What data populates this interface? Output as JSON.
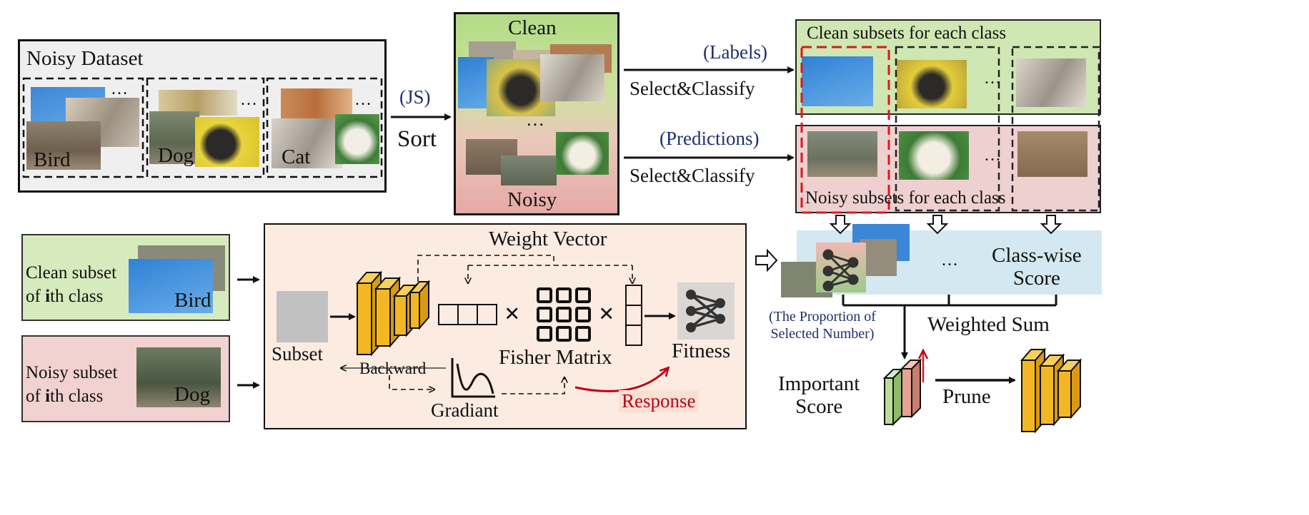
{
  "colors": {
    "clean_green": "#cfe7b2",
    "noisy_pink": "#efd0d0",
    "panel_peach": "#fcebe0",
    "light_blue": "#cfe6ef",
    "cnn_yellow": "#f2b722",
    "label_navy": "#1f2f70",
    "response_red": "#c0001a"
  },
  "noisy_dataset": {
    "title": "Noisy Dataset",
    "groups": [
      {
        "label": "Bird",
        "ellipsis": "…"
      },
      {
        "label": "Dog",
        "ellipsis": "…"
      },
      {
        "label": "Cat",
        "ellipsis": "…"
      }
    ]
  },
  "sort_step": {
    "note": "(JS)",
    "label": "Sort"
  },
  "sorted_column": {
    "top": "Clean",
    "middle": "…",
    "bottom": "Noisy"
  },
  "select_arrows": [
    {
      "note": "(Labels)",
      "label": "Select&Classify"
    },
    {
      "note": "(Predictions)",
      "label": "Select&Classify"
    }
  ],
  "clean_subsets": {
    "title": "Clean subsets for each class",
    "ellipsis": "…"
  },
  "noisy_subsets": {
    "title": "Noisy subsets for each class",
    "ellipsis": "…"
  },
  "side_inputs": [
    {
      "line1": "Clean subset",
      "line2_pre": "of ",
      "line2_bold": "i",
      "line2_post": "th class",
      "label": "Bird"
    },
    {
      "line1": "Noisy subset",
      "line2_pre": "of ",
      "line2_bold": "i",
      "line2_post": "th class",
      "label": "Dog"
    }
  ],
  "fitness_panel": {
    "weight_vector": "Weight Vector",
    "subset": "Subset",
    "backward": "Backward",
    "fisher_matrix": "Fisher Matrix",
    "fitness": "Fitness",
    "gradiant": "Gradiant",
    "response": "Response",
    "times": "×"
  },
  "score_panel": {
    "ellipsis": "…",
    "class_wise_line1": "Class-wise",
    "class_wise_line2": "Score",
    "proportion_line1": "(The Proportion of",
    "proportion_line2": "Selected Number)",
    "weighted_sum": "Weighted Sum",
    "important_line1": "Important",
    "important_line2": "Score",
    "prune": "Prune"
  }
}
